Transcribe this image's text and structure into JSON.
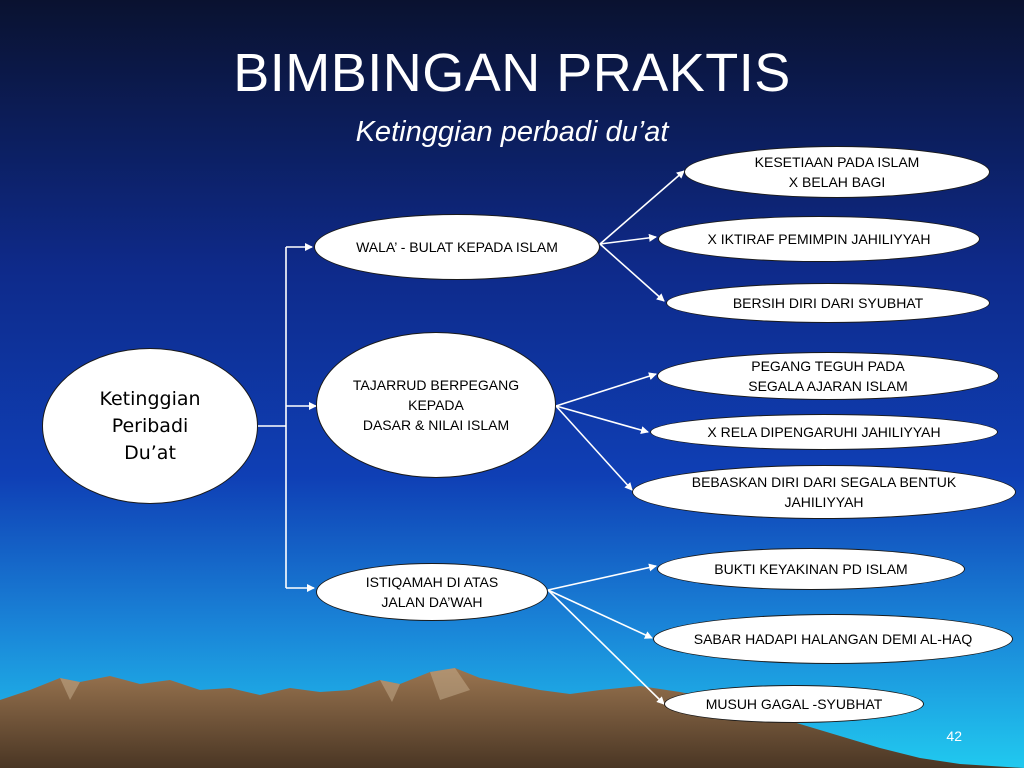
{
  "slide": {
    "title": "BIMBINGAN PRAKTIS",
    "subtitle": "Ketinggian perbadi du’at",
    "page_number": "42"
  },
  "colors": {
    "background_top": "#0a1230",
    "background_mid": "#0e2a8a",
    "background_bottom": "#21c9ef",
    "node_fill": "#ffffff",
    "connector": "#ffffff",
    "mountain": "#7a5a3a"
  },
  "nodes": {
    "root": {
      "text": "Ketinggian\nPeribadi\nDu’at"
    },
    "wala": {
      "text": "WALA’  - BULAT KEPADA ISLAM"
    },
    "tajarrud": {
      "text": "TAJARRUD BERPEGANG\nKEPADA\nDASAR & NILAI ISLAM"
    },
    "istiqamah": {
      "text": "ISTIQAMAH DI ATAS\nJALAN DA’WAH"
    },
    "kesetiaan": {
      "text": "KESETIAAN PADA ISLAM\nX BELAH BAGI"
    },
    "iktiraf": {
      "text": "X IKTIRAF PEMIMPIN JAHILIYYAH"
    },
    "bersih": {
      "text": "BERSIH DIRI DARI SYUBHAT"
    },
    "pegang": {
      "text": "PEGANG TEGUH PADA\nSEGALA AJARAN ISLAM"
    },
    "rela": {
      "text": "X RELA DIPENGARUHI JAHILIYYAH"
    },
    "bebaskan": {
      "text": "BEBASKAN DIRI DARI SEGALA BENTUK\nJAHILIYYAH"
    },
    "bukti": {
      "text": "BUKTI KEYAKINAN PD ISLAM"
    },
    "sabar": {
      "text": "SABAR HADAPI HALANGAN DEMI AL-HAQ"
    },
    "musuh": {
      "text": "MUSUH GAGAL -SYUBHAT"
    }
  }
}
